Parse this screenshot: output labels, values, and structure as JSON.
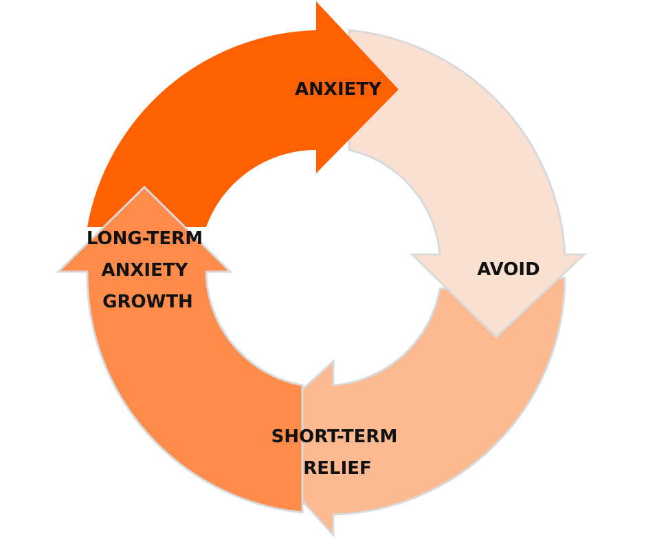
{
  "diagram": {
    "type": "cycle",
    "stages": [
      {
        "label_lines": [
          "ANXIETY"
        ],
        "color": "#FF6100"
      },
      {
        "label_lines": [
          "AVOID"
        ],
        "color": "#FAE0D0"
      },
      {
        "label_lines": [
          "SHORT-TERM",
          "RELIEF"
        ],
        "color": "#FDB990"
      },
      {
        "label_lines": [
          "LONG-TERM",
          "ANXIETY",
          "GROWTH"
        ],
        "color": "#FF8C4A"
      }
    ],
    "arrow_edge_color": "#D9D9D9"
  }
}
